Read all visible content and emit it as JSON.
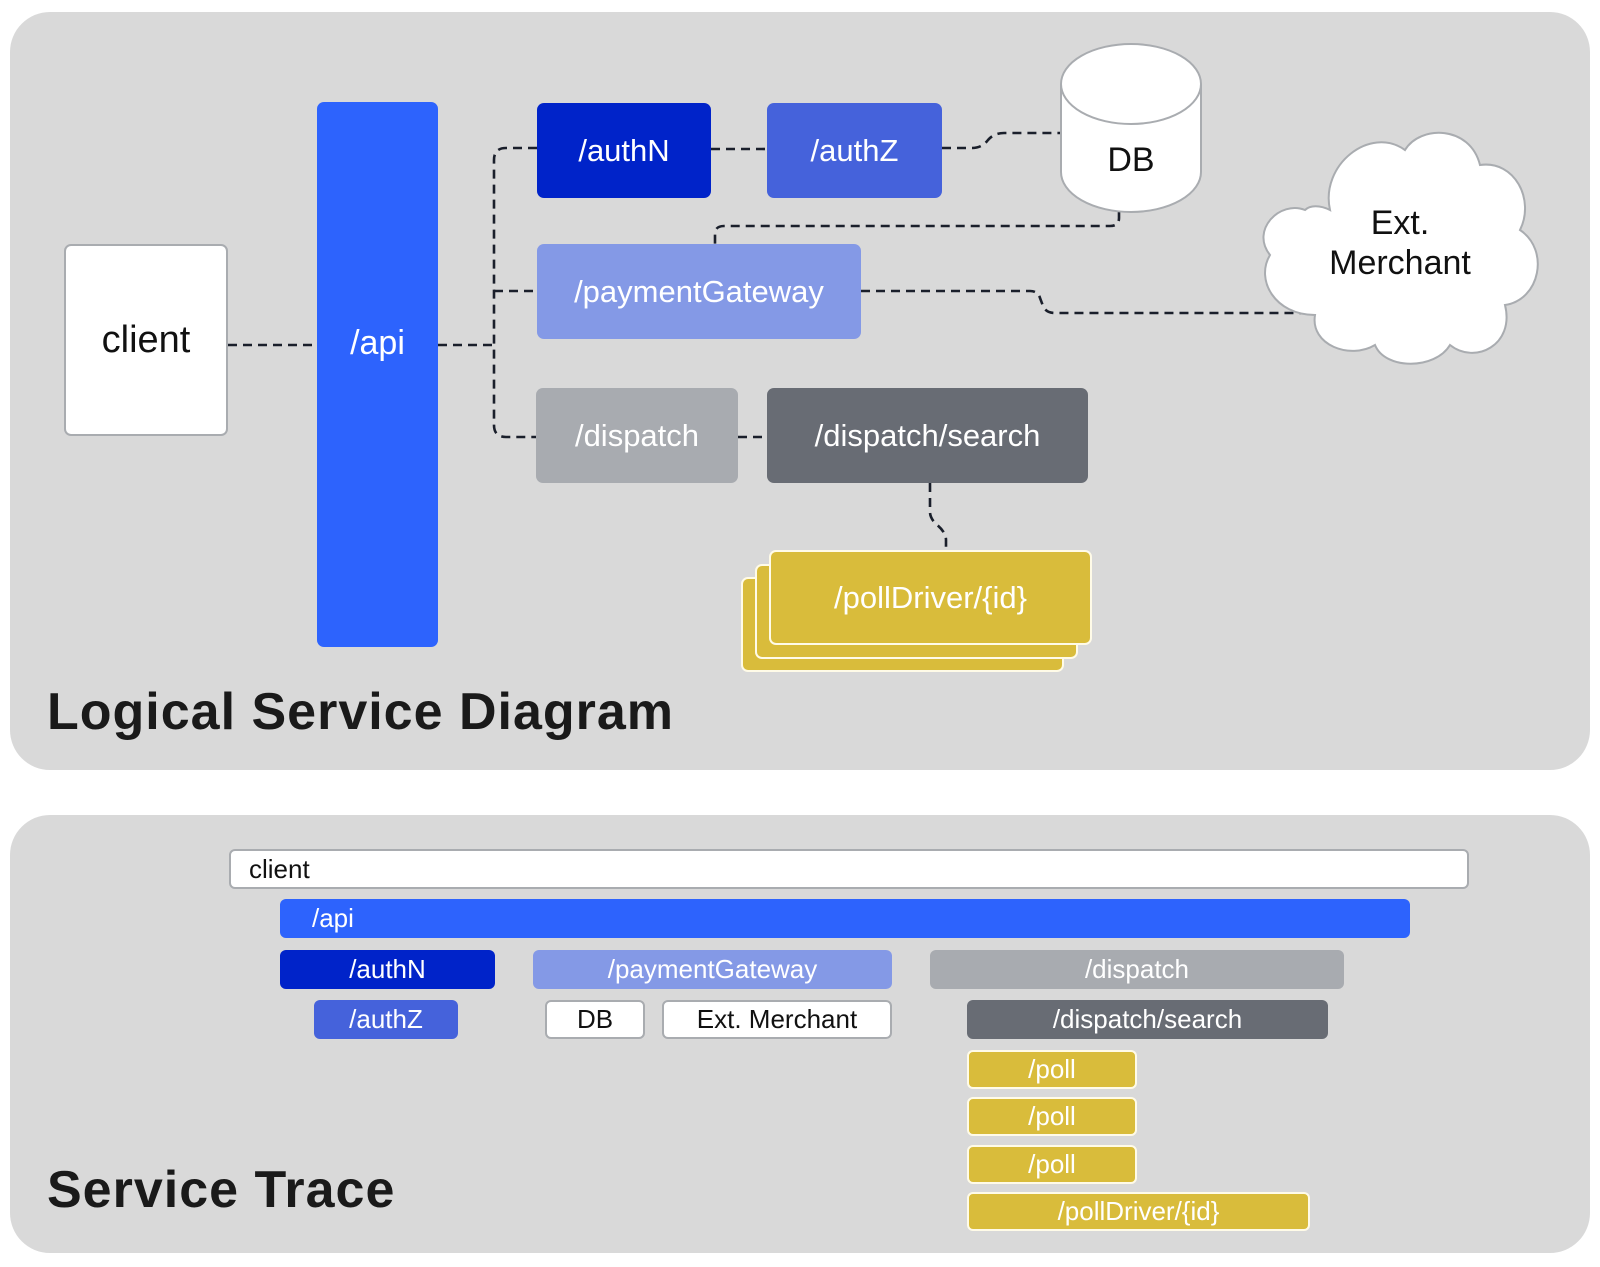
{
  "colors": {
    "panel_bg": "#d9d9d9",
    "api": "#2d63fd",
    "authN": "#0023c9",
    "authZ": "#4562db",
    "paymentGateway": "#8499e6",
    "dispatch": "#a8abb0",
    "dispatch_search": "#686c74",
    "poll": "#d9bc3b",
    "white_node": "#ffffff",
    "connector": "#1a1f2b"
  },
  "logical_diagram": {
    "title": "Logical Service Diagram",
    "nodes": {
      "client": "client",
      "api": "/api",
      "authN": "/authN",
      "authZ": "/authZ",
      "db": "DB",
      "paymentGateway": "/paymentGateway",
      "ext_merchant_line1": "Ext.",
      "ext_merchant_line2": "Merchant",
      "dispatch": "/dispatch",
      "dispatch_search": "/dispatch/search",
      "pollDriver": "/pollDriver/{id}"
    },
    "edges": [
      [
        "client",
        "/api"
      ],
      [
        "/api",
        "/authN"
      ],
      [
        "/api",
        "/paymentGateway"
      ],
      [
        "/api",
        "/dispatch"
      ],
      [
        "/authN",
        "/authZ"
      ],
      [
        "/authZ",
        "DB"
      ],
      [
        "DB",
        "/paymentGateway"
      ],
      [
        "/paymentGateway",
        "Ext. Merchant"
      ],
      [
        "/dispatch",
        "/dispatch/search"
      ],
      [
        "/dispatch/search",
        "/pollDriver/{id}"
      ]
    ]
  },
  "service_trace": {
    "title": "Service Trace",
    "spans": {
      "client": "client",
      "api": "/api",
      "authN": "/authN",
      "authZ": "/authZ",
      "paymentGateway": "/paymentGateway",
      "db": "DB",
      "ext_merchant": "Ext. Merchant",
      "dispatch": "/dispatch",
      "dispatch_search": "/dispatch/search",
      "poll_1": "/poll",
      "poll_2": "/poll",
      "poll_3": "/poll",
      "pollDriver": "/pollDriver/{id}"
    }
  }
}
